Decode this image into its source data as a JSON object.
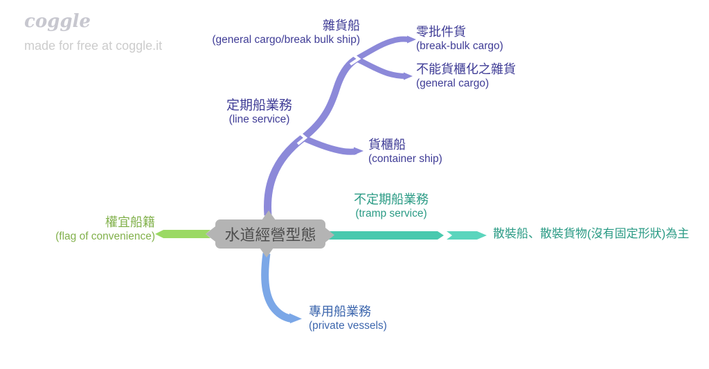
{
  "logo": {
    "brand": "coggle",
    "tagline": "made for free at coggle.it"
  },
  "root": {
    "label": "水道經營型態"
  },
  "branches": {
    "line_service": {
      "label": "定期船業務",
      "sublabel": "(line service)"
    },
    "general_cargo_ship": {
      "label": "雜貨船",
      "sublabel": "(general cargo/break bulk ship)"
    },
    "break_bulk_cargo": {
      "label": "零批件貨",
      "sublabel": "(break-bulk cargo)"
    },
    "non_containerizable_cargo": {
      "label": "不能貨櫃化之雜貨",
      "sublabel": "(general cargo)"
    },
    "container_ship": {
      "label": "貨櫃船",
      "sublabel": "(container ship)"
    },
    "tramp_service": {
      "label": "不定期船業務",
      "sublabel": "(tramp service)",
      "note": "散裝船、散裝貨物(沒有固定形狀)為主"
    },
    "flag_of_convenience": {
      "label": "權宜船籍",
      "sublabel": "(flag of convenience)"
    },
    "private_vessels": {
      "label": "專用船業務",
      "sublabel": "(private vessels)"
    }
  },
  "colors": {
    "purple_branch": "#8c89d9",
    "purple_text": "#3f3c96",
    "blue_branch": "#7ba7e7",
    "blue_text": "#3c66ad",
    "green_branch": "#9bd964",
    "green_text": "#82b14c",
    "teal_branch_dark": "#49c9ae",
    "teal_branch_light": "#5bd5bd",
    "teal_text": "#2b9b85",
    "node_background": "#b4b4b4",
    "node_text": "#4d4d4d"
  }
}
